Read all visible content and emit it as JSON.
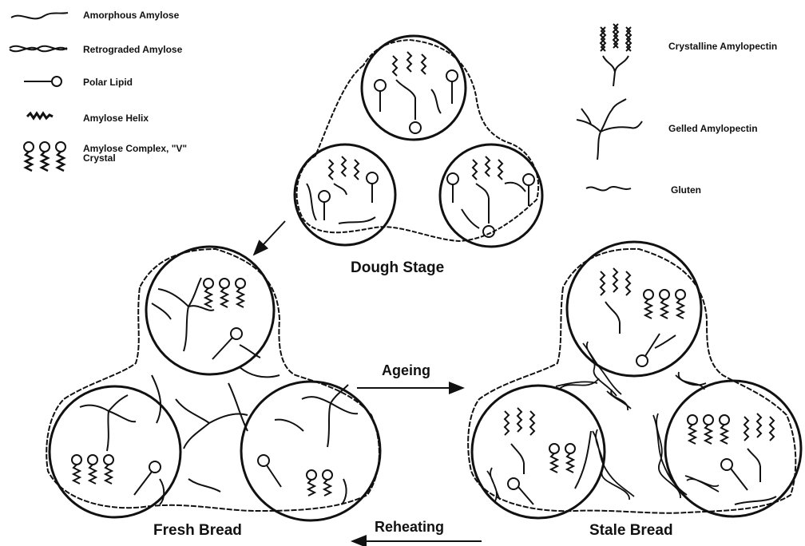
{
  "legend_left": [
    {
      "key": "amorphous",
      "label": "Amorphous Amylose"
    },
    {
      "key": "retrograded",
      "label": "Retrograded Amylose"
    },
    {
      "key": "lipid",
      "label": "Polar Lipid"
    },
    {
      "key": "helix",
      "label": "Amylose Helix"
    },
    {
      "key": "complex",
      "label": "Amylose Complex, \"V\"\nCrystal"
    }
  ],
  "legend_right": [
    {
      "key": "crystalline",
      "label": "Crystalline Amylopectin"
    },
    {
      "key": "gelled",
      "label": "Gelled Amylopectin"
    },
    {
      "key": "gluten",
      "label": "Gluten"
    }
  ],
  "stages": {
    "dough": "Dough Stage",
    "fresh": "Fresh Bread",
    "stale": "Stale Bread"
  },
  "arrows": {
    "ageing": "Ageing",
    "reheating": "Reheating"
  }
}
